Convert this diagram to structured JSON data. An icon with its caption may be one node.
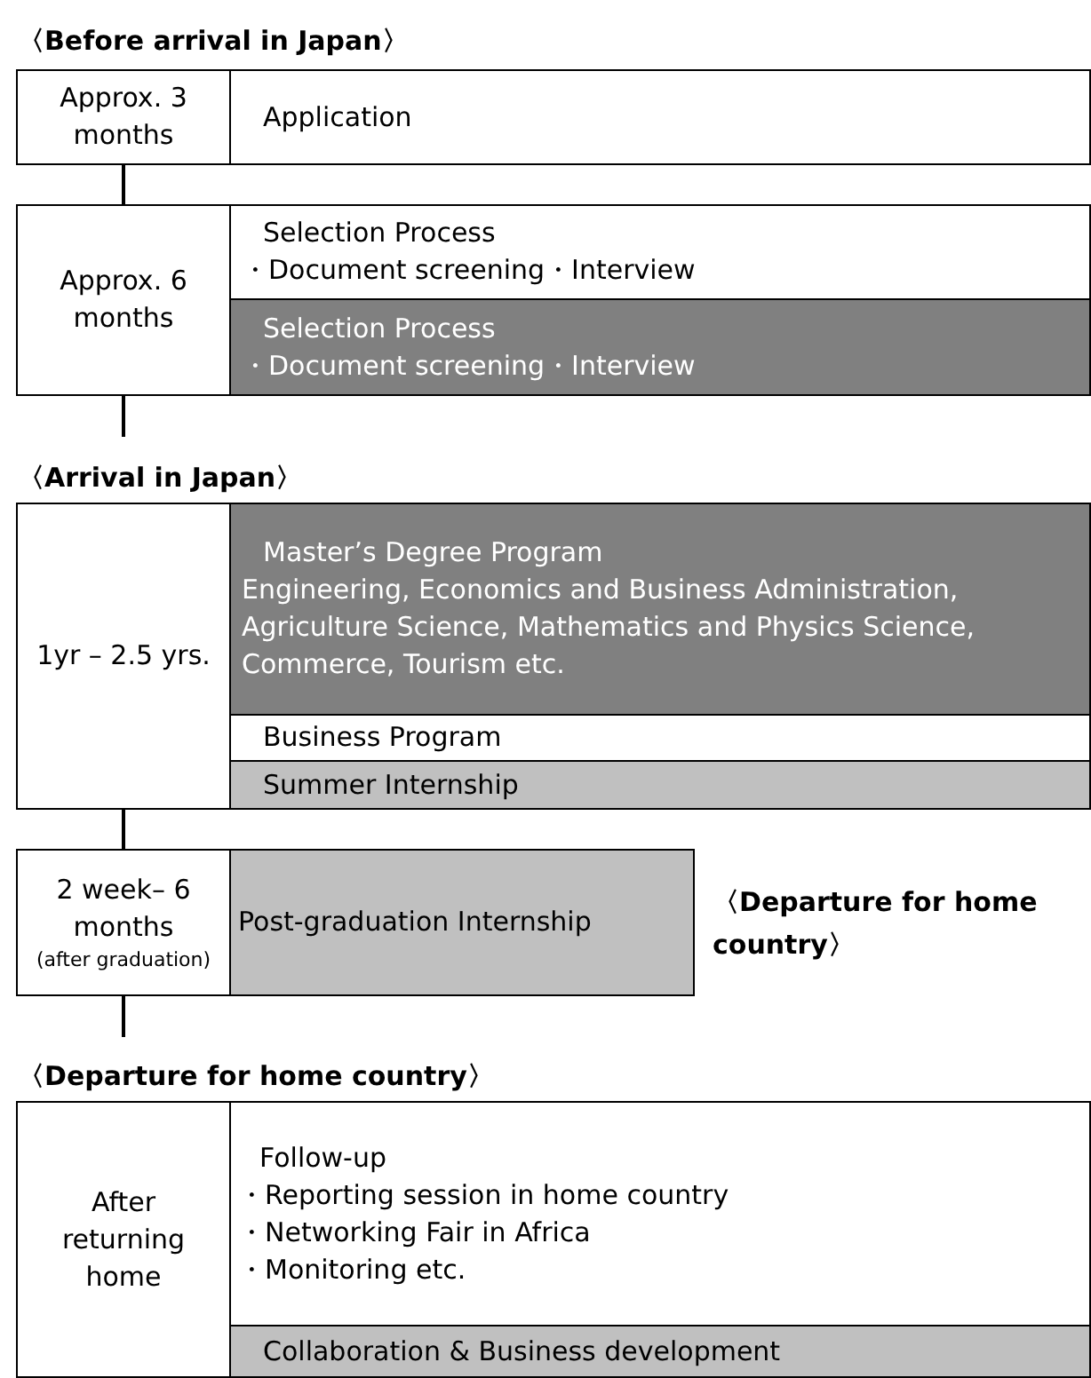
{
  "diagram": {
    "nodes": [
      {
        "text": [
          "Approx. 3 months"
        ]
      },
      {
        "text": [
          "Application"
        ]
      },
      {
        "text": [
          "Approx. 6 months"
        ]
      },
      {
        "text": [
          "Selection Process",
          "・Document screening・Interview"
        ]
      },
      {
        "text": [
          "Selection Process",
          "・Document screening・Interview"
        ]
      },
      {
        "text": [
          "1yr – 2.5 yrs."
        ]
      },
      {
        "text": [
          "Master’s Degree Program",
          "Engineering, Economics and Business Administration, Agriculture Science, Mathematics and Physics Science, Commerce, Tourism etc."
        ]
      },
      {
        "text": [
          "Business Program"
        ]
      },
      {
        "text": [
          "Summer Internship"
        ]
      },
      {
        "text": [
          "2 week– 6 months",
          "(after graduation)"
        ]
      },
      {
        "text": [
          "Post-graduation Internship"
        ],
        "beside": [
          "〈Departure for home country〉"
        ]
      },
      {
        "text": [
          "After returning home"
        ]
      },
      {
        "text": [
          "Follow-up",
          "・Reporting session in home country",
          "・Networking Fair in Africa",
          "・Monitoring etc."
        ]
      },
      {
        "text": [
          "Collaboration & Business development"
        ]
      }
    ],
    "edges": [
      {
        "from": 0,
        "to": 2,
        "arrow": "none"
      },
      {
        "from": 2,
        "to": null,
        "arrow": "none"
      },
      {
        "from": 5,
        "to": 9,
        "arrow": "none"
      },
      {
        "from": 9,
        "to": null,
        "arrow": "none"
      }
    ],
    "labels": [
      "〈Before arrival in Japan〉",
      "〈Arrival in Japan〉",
      "〈Departure for home country〉"
    ]
  }
}
